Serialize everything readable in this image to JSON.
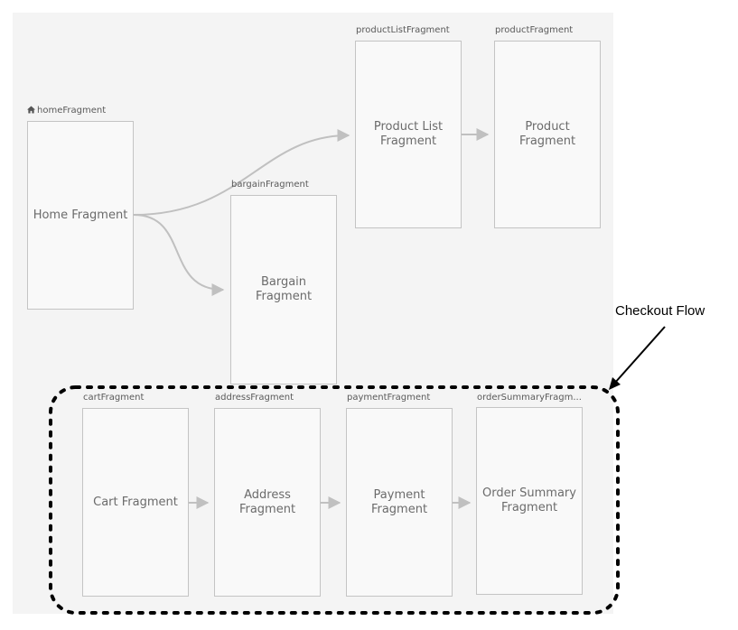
{
  "fragments": {
    "home": {
      "id": "homeFragment",
      "label": "Home Fragment",
      "start_destination": true,
      "icon": "home-icon"
    },
    "productList": {
      "id": "productListFragment",
      "label": "Product List\nFragment"
    },
    "product": {
      "id": "productFragment",
      "label": "Product\nFragment"
    },
    "bargain": {
      "id": "bargainFragment",
      "label": "Bargain\nFragment"
    },
    "cart": {
      "id": "cartFragment",
      "label": "Cart Fragment"
    },
    "address": {
      "id": "addressFragment",
      "label": "Address\nFragment"
    },
    "payment": {
      "id": "paymentFragment",
      "label": "Payment\nFragment"
    },
    "orderSummary": {
      "id": "orderSummaryFragm...",
      "label": "Order Summary\nFragment"
    }
  },
  "annotation": {
    "label": "Checkout Flow"
  },
  "colors": {
    "canvas": "#f4f4f4",
    "edge": "#c0c0c0",
    "annotation": "#000000"
  }
}
